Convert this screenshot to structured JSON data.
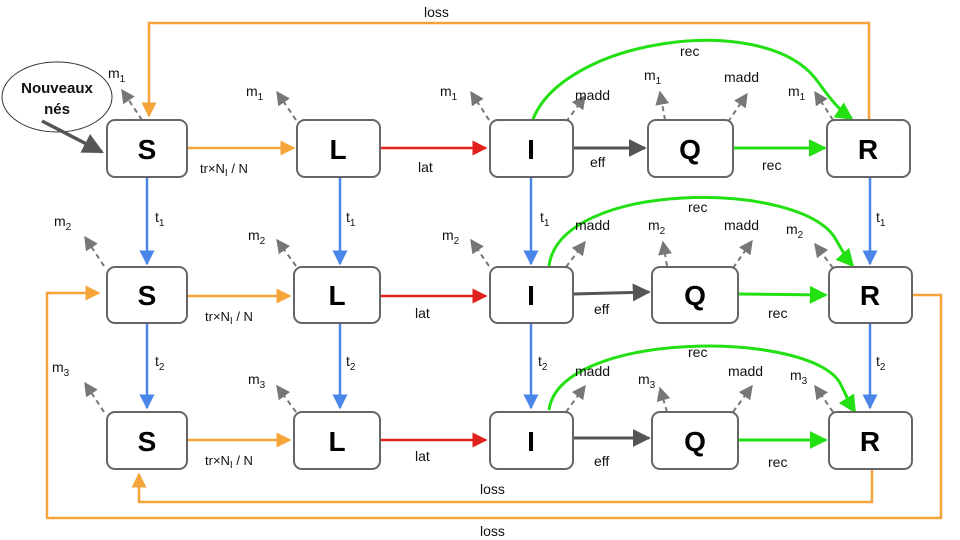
{
  "nodes": {
    "s1": "S",
    "l1": "L",
    "i1": "I",
    "q1": "Q",
    "r1": "R",
    "s2": "S",
    "l2": "L",
    "i2": "I",
    "q2": "Q",
    "r2": "R",
    "s3": "S",
    "l3": "L",
    "i3": "I",
    "q3": "Q",
    "r3": "R"
  },
  "newborns": {
    "line1": "Nouveaux",
    "line2": "nés"
  },
  "labels": {
    "loss": "loss",
    "lat": "lat",
    "eff": "eff",
    "rec": "rec",
    "madd": "madd",
    "infection_main": "tr×N",
    "infection_sub": "I",
    "infection_rest": " / N",
    "t": "t",
    "t1_sub": "1",
    "t2_sub": "2",
    "m": "m",
    "m1_sub": "1",
    "m2_sub": "2",
    "m3_sub": "3"
  },
  "colors": {
    "orange": "#F5A43A",
    "red": "#E3211C",
    "blue": "#4A86E8",
    "green": "#22E012",
    "gray": "#555555",
    "dash": "#777777",
    "node_border": "#666666"
  }
}
